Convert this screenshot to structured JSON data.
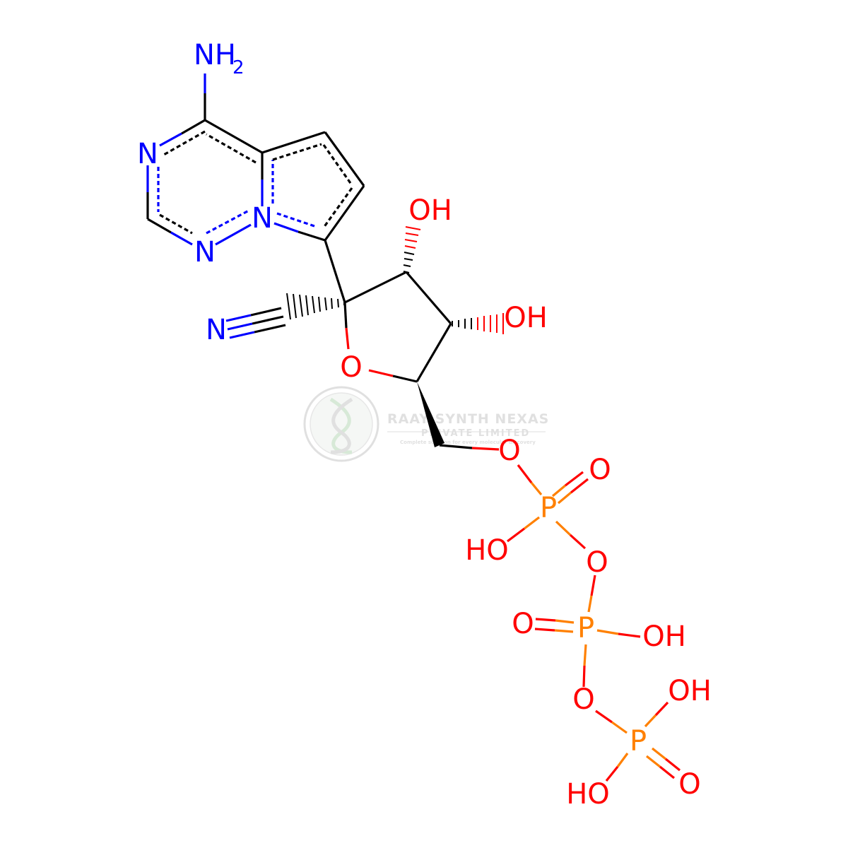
{
  "colors": {
    "carbon": "#000000",
    "nitrogen": "#0000ff",
    "oxygen": "#ff0000",
    "phosphorus": "#ff8000",
    "watermark": "#c8c8c8"
  },
  "atoms": {
    "nh2_main": "NH",
    "nh2_sub": "2",
    "n_ring_top": "N",
    "n_ring_bottom": "N",
    "n_bridge": "N",
    "n_nitrile": "N",
    "oh_top": "OH",
    "oh_right": "OH",
    "o_ring": "O",
    "o_link": "O",
    "p1_oxo": "O",
    "p1": "P",
    "p1_oh": "HO",
    "o_bridge1": "O",
    "p2_oxo": "O",
    "p2": "P",
    "p2_oh": "OH",
    "o_bridge2": "O",
    "p3_oh_top": "OH",
    "p3": "P",
    "p3_oh_bottom": "HO",
    "p3_oxo": "O"
  },
  "watermark": {
    "title": "RAAY SYNTH NEXAS",
    "subtitle": "PRIVATE LIMITED",
    "tagline": "Complete solution for every molecular discovery",
    "logo": "dna-helix-logo"
  }
}
